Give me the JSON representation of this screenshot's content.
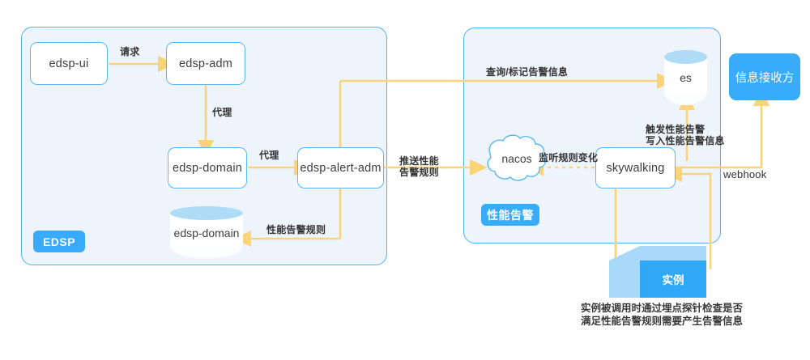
{
  "diagram": {
    "panels": [
      {
        "id": "edsp-panel",
        "tag": "EDSP"
      },
      {
        "id": "perf-alert-panel",
        "tag": "性能告警"
      }
    ],
    "nodes": {
      "edsp_ui": "edsp-ui",
      "edsp_adm": "edsp-adm",
      "edsp_domain": "edsp-domain",
      "edsp_alert_adm": "edsp-alert-adm",
      "edsp_domain_db": "edsp-domain",
      "nacos": "nacos",
      "skywalking": "skywalking",
      "es": "es",
      "instance": "实例",
      "receiver": "信息接收方"
    },
    "edge_labels": {
      "request": "请求",
      "proxy_adm_domain": "代理",
      "proxy_domain_alert": "代理",
      "perf_alert_rule": "性能告警规则",
      "push_perf_rule": "推送性能\n告警规则",
      "query_mark_alert": "查询/标记告警信息",
      "listen_rule_change": "监听规则变化",
      "trigger_write_alert": "触发性能告警\n写入性能告警信息",
      "webhook": "webhook"
    },
    "caption": "实例被调用时通过埋点探针检查是否\n满足性能告警规则需要产生告警信息",
    "colors": {
      "arrow": "#fbd378",
      "panel_border": "#4db3f0",
      "panel_fill": "#eef4fb",
      "node_border": "#55b9f3",
      "accent": "#38abfa",
      "cylinder_top": "#aedcf7",
      "cube_front": "#2fa9f7",
      "cube_side": "#a9d9f8",
      "text": "#3d3d3d"
    }
  }
}
